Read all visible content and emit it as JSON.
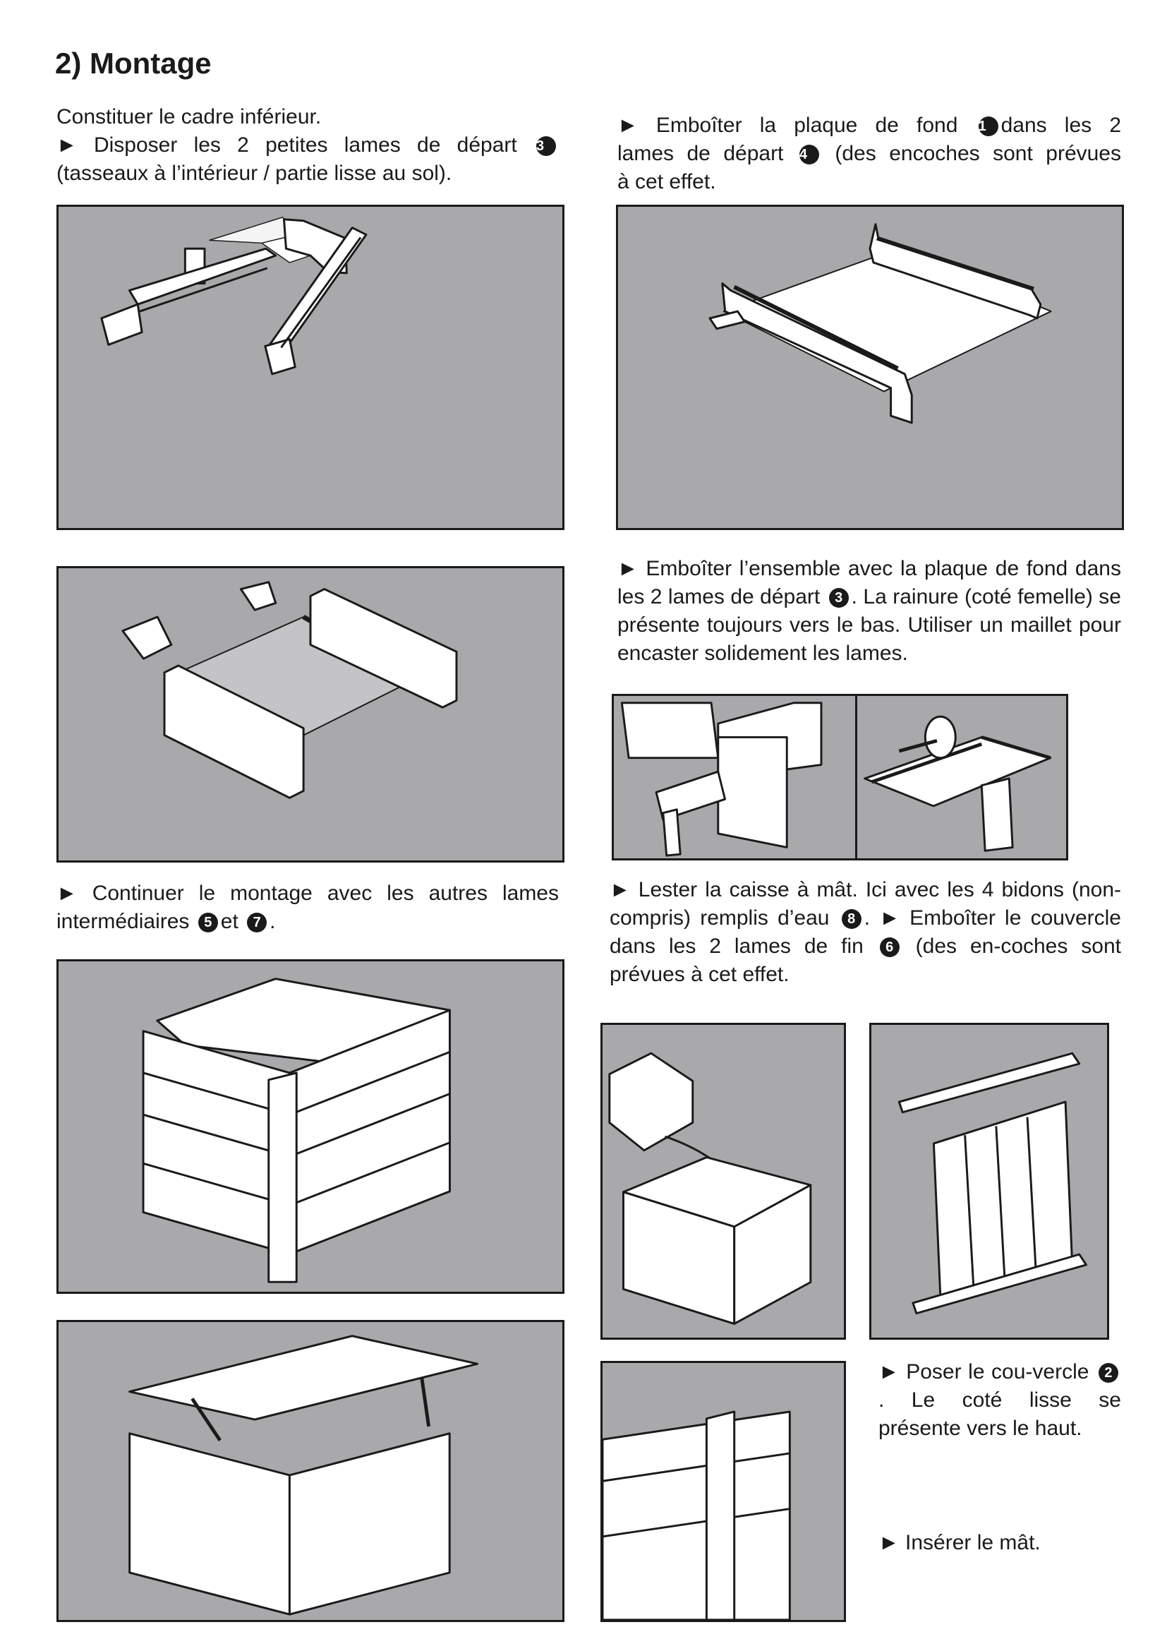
{
  "title": "2) Montage",
  "blocks": {
    "b1": {
      "line1": "Constituer le cadre inférieur.",
      "line2_pre": "► Disposer les 2 petites lames de départ",
      "num": "3",
      "line3": "(tasseaux à l’intérieur / partie lisse au sol)."
    },
    "b2": {
      "pre": "► Emboîter la plaque de fond",
      "num1": "1",
      "mid1": "dans les 2",
      "mid2": "lames de départ",
      "num2": "4",
      "post": "(des encoches sont prévues",
      "end": "à cet effet."
    },
    "b3": {
      "pre": "► Emboîter l’ensemble avec la plaque de fond dans les 2 lames de départ",
      "num": "3",
      "post": ". La rainure (coté femelle) se présente toujours vers le bas. Utiliser un maillet pour encaster solidement les lames."
    },
    "b4": {
      "pre": "► Continuer le montage avec les autres lames intermédiaires",
      "num1": "5",
      "mid": "et",
      "num2": "7",
      "post": "."
    },
    "b5": {
      "pre": "► Lester la caisse à mât. Ici avec les 4 bidons (non-compris) remplis d’eau",
      "num1": "8",
      "mid": ". ► Emboîter le couvercle dans les 2 lames de fin",
      "num2": "6",
      "post": "(des en-coches sont prévues à cet effet."
    },
    "b6": {
      "pre": "► Poser le cou-vercle",
      "num": "2",
      "post": ". Le coté lisse se présente vers le haut."
    },
    "b7": {
      "text": "► Insérer le mât."
    }
  },
  "colors": {
    "panel_bg": "#a9a9ab",
    "ink": "#1a1a1a",
    "board": "#ffffff",
    "plate_grey": "#c4c4c6"
  }
}
